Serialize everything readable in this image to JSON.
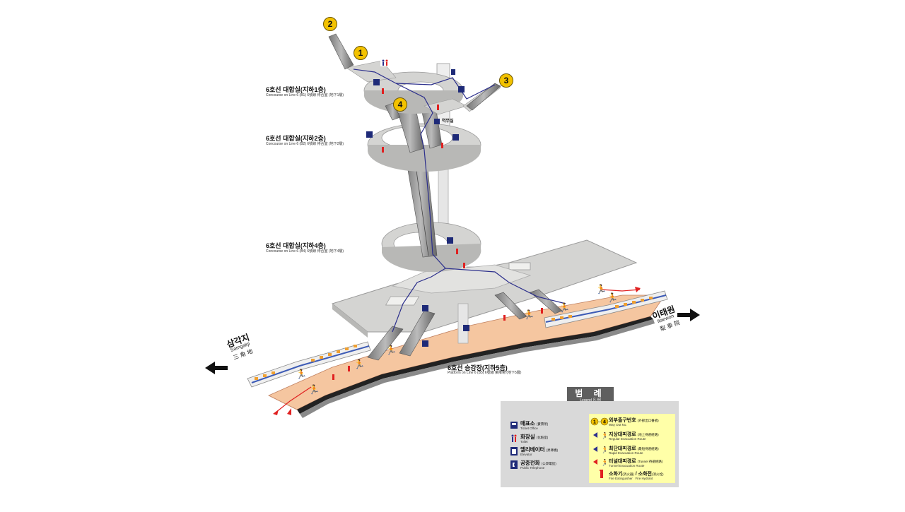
{
  "exits": [
    "1",
    "2",
    "3",
    "4"
  ],
  "levels": {
    "b1": {
      "title": "6호선 대합실(지하1층)",
      "sub": "Concourse on Line 6 (B1) 6號線 待合室 (地下1層)"
    },
    "b2": {
      "title": "6호선 대합실(지하2층)",
      "sub": "Concourse on Line 6 (B2) 6號線 待合室 (地下2層)"
    },
    "b4": {
      "title": "6호선 대합실(지하4층)",
      "sub": "Concourse on Line 6 (B4) 6號線 待合室 (地下4層)"
    },
    "b5": {
      "title": "6호선 승강장(지하5층)",
      "sub": "Platform on Line 6 (B5) 6號線 乘降場 (地下5層)"
    }
  },
  "room_label": "역무실",
  "directions": {
    "left": {
      "ko": "삼각지",
      "en": "Samgakji",
      "hanja": "三 角 地"
    },
    "right": {
      "ko": "이태원",
      "en": "Itaewon",
      "hanja": "梨 泰 院"
    }
  },
  "legend": {
    "title": "범 례",
    "subtitle": "Legend 凡 例",
    "items": [
      {
        "icon": "ticket-office-icon",
        "ko": "매표소",
        "note": "(賣票所)",
        "en": "Ticket Office"
      },
      {
        "icon": "toilet-icon",
        "ko": "화장실",
        "note": "(化粧室)",
        "en": "Toilet"
      },
      {
        "icon": "elevator-icon",
        "ko": "엘리베이터",
        "note": "(昇降機)",
        "en": "Elevator"
      },
      {
        "icon": "public-telephone-icon",
        "ko": "공중전화",
        "note": "(公衆電話)",
        "en": "Public Telephone"
      }
    ],
    "yellow_items": [
      {
        "icon": "way-out-icon",
        "ko": "외부출구번호",
        "note": "(外部出口番號)",
        "en": "Way Out No.",
        "badge": "1 ~ 4"
      },
      {
        "icon": "regular-evacuation-route-icon",
        "ko": "지상대피경로",
        "note": "(地上待避經路)",
        "en": "Regular Evacuation Route"
      },
      {
        "icon": "rapid-evacuation-route-icon",
        "ko": "최단대피경로",
        "note": "(最短待避經路)",
        "en": "Rapid Evacuation Route"
      },
      {
        "icon": "tunnel-evacuation-route-icon",
        "ko": "터널대피경로",
        "note": "(Tunnel 待避經路)",
        "en": "Tunnel Evacuation Route"
      },
      {
        "icon": "fire-extinguisher-icon",
        "ko": "소화기",
        "note": "(消火器)",
        "en": "Fire Extinguisher",
        "ko2": "소화전",
        "note2": "(消火栓)",
        "en2": "Fire Hydrant"
      }
    ]
  },
  "colors": {
    "platform": "#f5c6a0",
    "floor": "#d4d4d2",
    "route_blue": "#2c2f8c",
    "evac_red": "#e02020",
    "exit_yellow": "#f3c200",
    "legend_bg": "#d9d9d9",
    "legend_tab": "#5f5f5f",
    "legend_yellow": "#ffffa8"
  }
}
